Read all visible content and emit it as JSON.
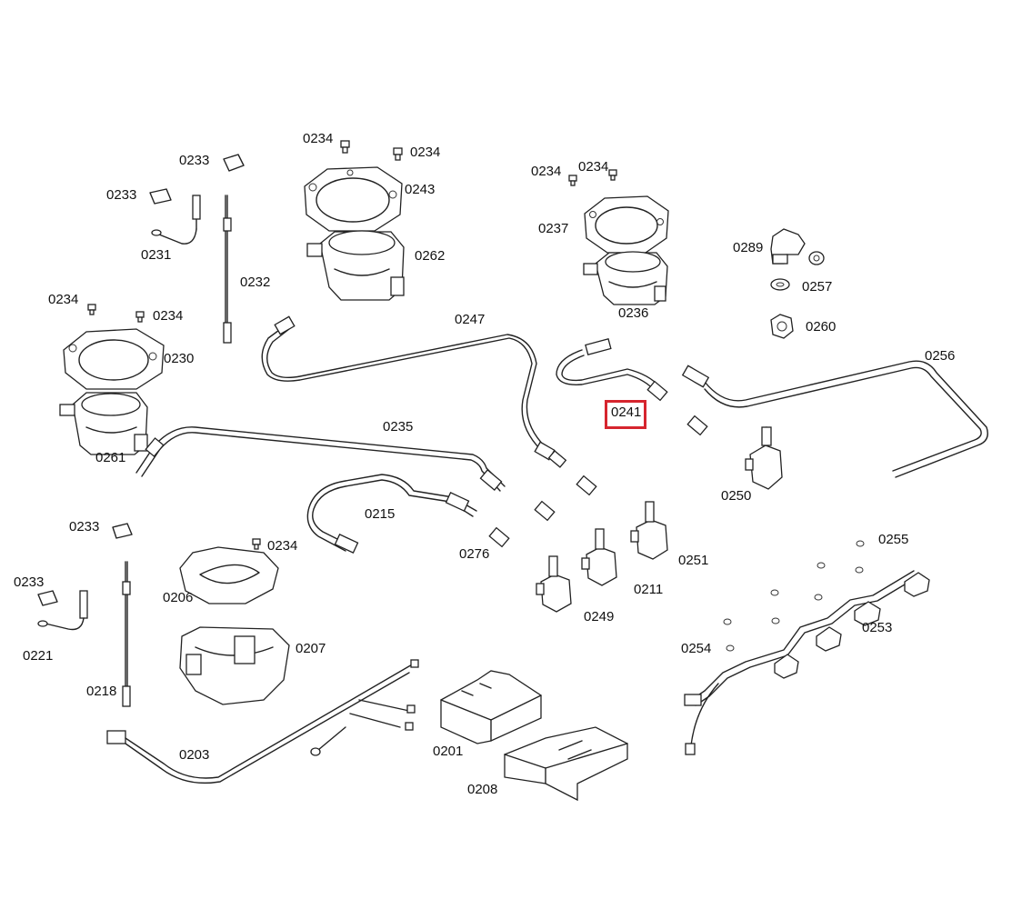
{
  "highlight": {
    "part": "0241",
    "color": "#d6252e"
  },
  "labels": [
    {
      "id": "l-0234-a",
      "text": "0234"
    },
    {
      "id": "l-0234-b",
      "text": "0234"
    },
    {
      "id": "l-0233-a",
      "text": "0233"
    },
    {
      "id": "l-0243",
      "text": "0243"
    },
    {
      "id": "l-0233-b",
      "text": "0233"
    },
    {
      "id": "l-0234-c",
      "text": "0234"
    },
    {
      "id": "l-0234-d",
      "text": "0234"
    },
    {
      "id": "l-0237",
      "text": "0237"
    },
    {
      "id": "l-0289",
      "text": "0289"
    },
    {
      "id": "l-0231",
      "text": "0231"
    },
    {
      "id": "l-0262",
      "text": "0262"
    },
    {
      "id": "l-0232",
      "text": "0232"
    },
    {
      "id": "l-0257",
      "text": "0257"
    },
    {
      "id": "l-0234-e",
      "text": "0234"
    },
    {
      "id": "l-0236",
      "text": "0236"
    },
    {
      "id": "l-0234-f",
      "text": "0234"
    },
    {
      "id": "l-0247",
      "text": "0247"
    },
    {
      "id": "l-0260",
      "text": "0260"
    },
    {
      "id": "l-0230",
      "text": "0230"
    },
    {
      "id": "l-0256",
      "text": "0256"
    },
    {
      "id": "l-0241",
      "text": "0241"
    },
    {
      "id": "l-0235",
      "text": "0235"
    },
    {
      "id": "l-0261",
      "text": "0261"
    },
    {
      "id": "l-0250",
      "text": "0250"
    },
    {
      "id": "l-0215",
      "text": "0215"
    },
    {
      "id": "l-0233-c",
      "text": "0233"
    },
    {
      "id": "l-0234-g",
      "text": "0234"
    },
    {
      "id": "l-0255",
      "text": "0255"
    },
    {
      "id": "l-0276",
      "text": "0276"
    },
    {
      "id": "l-0251",
      "text": "0251"
    },
    {
      "id": "l-0233-d",
      "text": "0233"
    },
    {
      "id": "l-0206",
      "text": "0206"
    },
    {
      "id": "l-0211",
      "text": "0211"
    },
    {
      "id": "l-0249",
      "text": "0249"
    },
    {
      "id": "l-0253",
      "text": "0253"
    },
    {
      "id": "l-0221",
      "text": "0221"
    },
    {
      "id": "l-0207",
      "text": "0207"
    },
    {
      "id": "l-0254",
      "text": "0254"
    },
    {
      "id": "l-0218",
      "text": "0218"
    },
    {
      "id": "l-0203",
      "text": "0203"
    },
    {
      "id": "l-0201",
      "text": "0201"
    },
    {
      "id": "l-0208",
      "text": "0208"
    }
  ]
}
